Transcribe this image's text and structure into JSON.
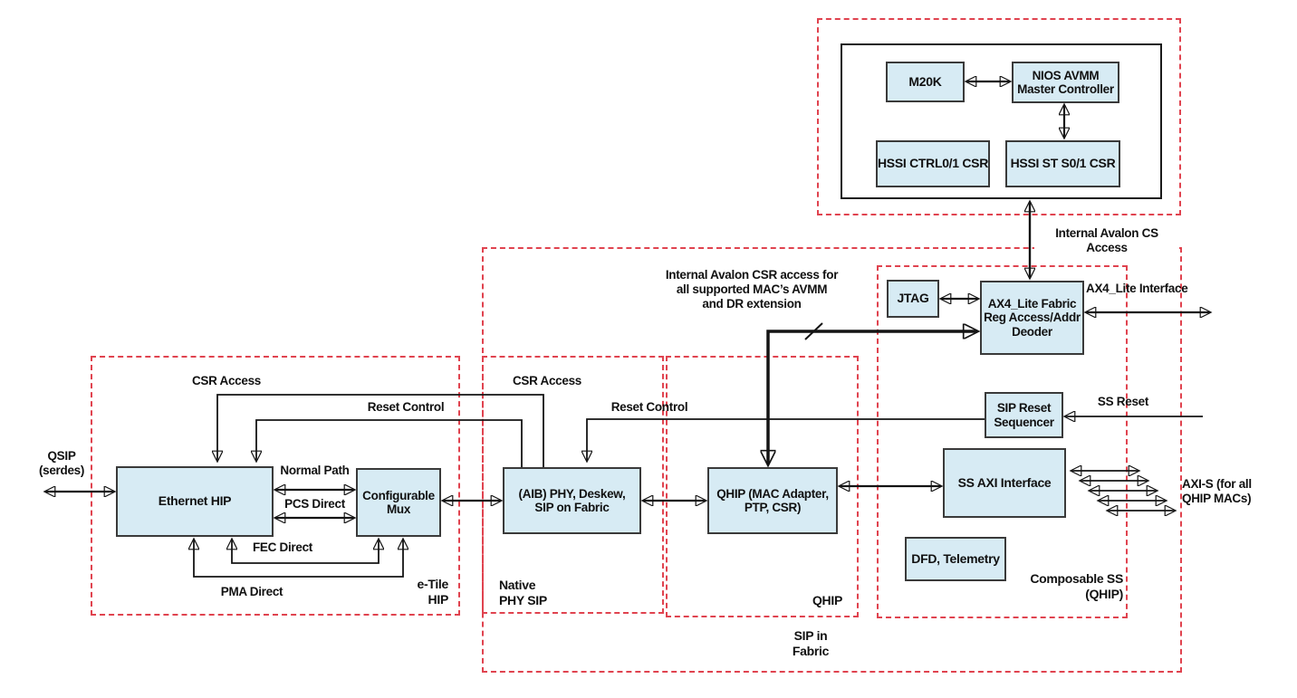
{
  "colors": {
    "box_fill": "#d7ebf4",
    "box_border": "#3a3a3a",
    "dashed_border": "#e0434f",
    "line": "#141414"
  },
  "regions": {
    "etile_hip_label": "e-Tile\nHIP",
    "native_phy_sip_label": "Native\nPHY SIP",
    "qhip_label": "QHIP",
    "composable_ss_label": "Composable SS\n(QHIP)",
    "sip_in_fabric_label": "SIP in\nFabric"
  },
  "boxes": {
    "m20k": "M20K",
    "nios_avmm": "NIOS AVMM\nMaster Controller",
    "hssi_ctrl_csr": "HSSI CTRL0/1 CSR",
    "hssi_st_csr": "HSSI ST S0/1 CSR",
    "jtag": "JTAG",
    "ax4_decoder": "AX4_Lite Fabric\nReg Access/Addr\nDeoder",
    "sip_reset_sequencer": "SIP Reset\nSequencer",
    "ss_axi_interface": "SS AXI Interface",
    "dfd_telemetry": "DFD, Telemetry",
    "ethernet_hip": "Ethernet HIP",
    "configurable_mux": "Configurable\nMux",
    "aib_phy": "(AIB) PHY, Deskew,\nSIP on Fabric",
    "qhip_mac": "QHIP (MAC Adapter,\nPTP, CSR)"
  },
  "labels": {
    "qsip": "QSIP\n(serdes)",
    "csr_access_etile": "CSR Access",
    "reset_control_etile": "Reset Control",
    "normal_path": "Normal Path",
    "pcs_direct": "PCS Direct",
    "fec_direct": "FEC Direct",
    "pma_direct": "PMA Direct",
    "csr_access_native": "CSR Access",
    "reset_control_native": "Reset Control",
    "internal_avalon_csr": "Internal Avalon CSR access for\nall supported MAC’s AVMM\nand DR extension",
    "internal_avalon_cs": "Internal Avalon CS\nAccess",
    "ax4_lite_interface": "AX4_Lite Interface",
    "ss_reset": "SS Reset",
    "axi_s": "AXI-S (for all\nQHIP MACs)"
  }
}
